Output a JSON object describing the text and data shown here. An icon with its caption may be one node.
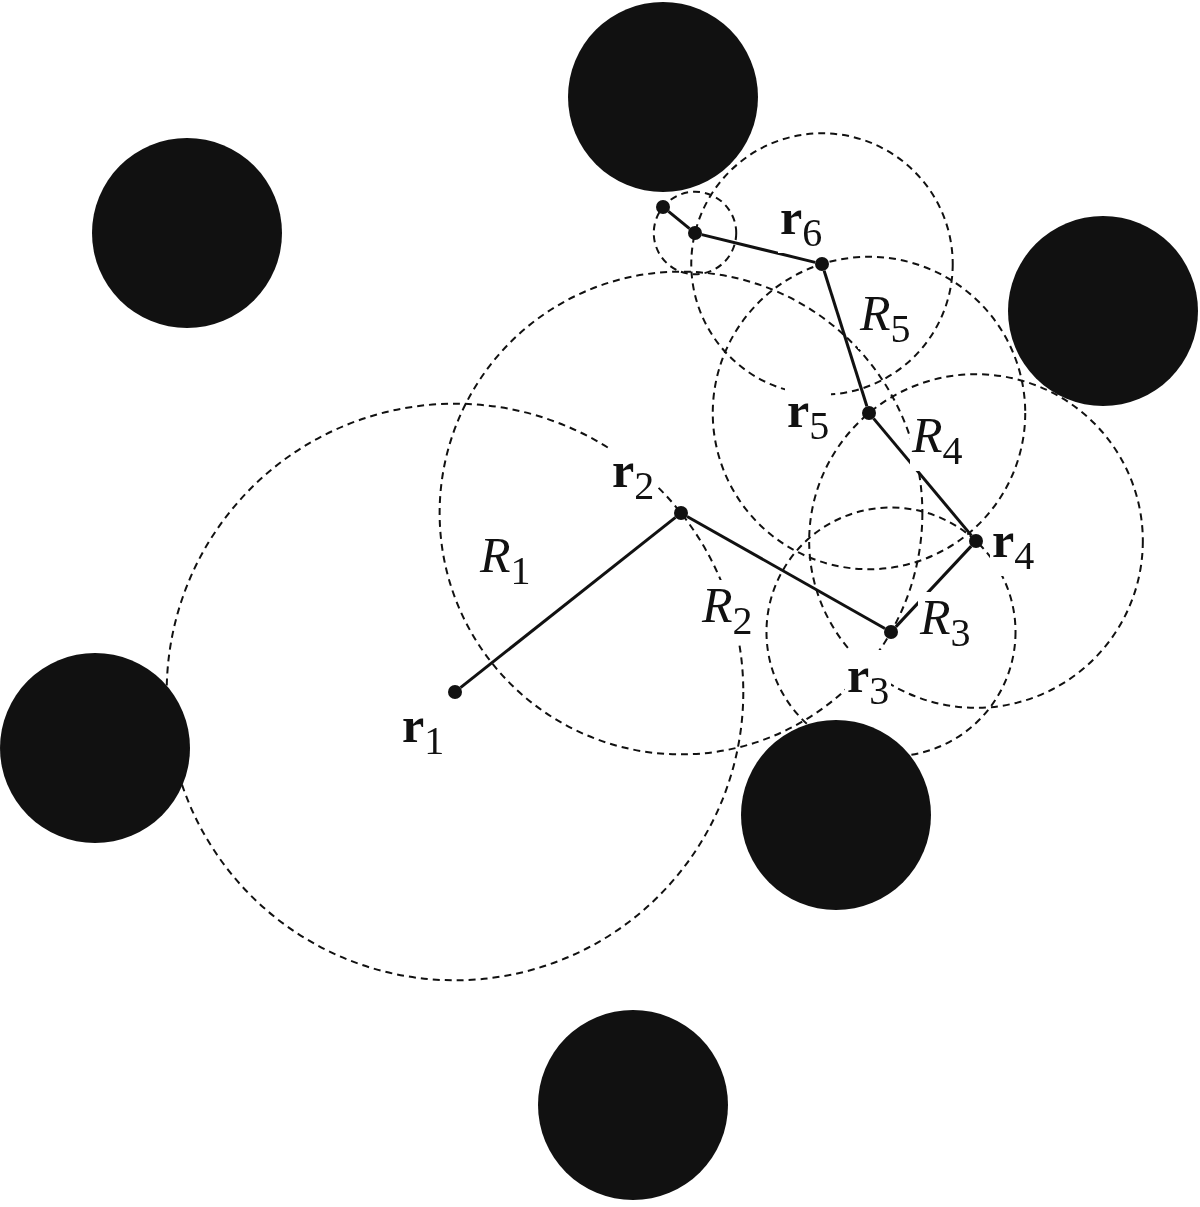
{
  "diagram": {
    "nodes": [
      {
        "text": [
          "**r**$_{1}$"
        ]
      },
      {
        "text": [
          "**r**$_{2}$"
        ]
      },
      {
        "text": [
          "**r**$_{3}$"
        ]
      },
      {
        "text": [
          "**r**$_{4}$"
        ]
      },
      {
        "text": [
          "**r**$_{5}$"
        ]
      },
      {
        "text": [
          "**r**$_{6}$"
        ]
      },
      {
        "text": [],
        "shape": "circle"
      },
      {
        "text": [],
        "shape": "circle"
      },
      {
        "text": [],
        "shape": "circle"
      },
      {
        "text": [],
        "shape": "circle"
      },
      {
        "text": [],
        "shape": "circle"
      },
      {
        "text": [],
        "shape": "circle"
      },
      {
        "text": [],
        "shape": "circle"
      },
      {
        "text": [],
        "shape": "circle"
      }
    ],
    "edges": [
      {
        "from": 0,
        "to": 1,
        "arrow": "none",
        "label": "*R*$_{1}$"
      },
      {
        "from": 1,
        "to": 2,
        "arrow": "none",
        "label": "*R*$_{2}$"
      },
      {
        "from": 2,
        "to": 3,
        "arrow": "none",
        "label": "*R*$_{3}$"
      },
      {
        "from": 3,
        "to": 4,
        "arrow": "none",
        "label": "*R*$_{4}$"
      },
      {
        "from": 4,
        "to": 5,
        "arrow": "none",
        "label": "*R*$_{5}$"
      },
      {
        "from": 5,
        "to": 6,
        "arrow": "none"
      },
      {
        "from": 6,
        "to": 7,
        "arrow": "none"
      }
    ]
  }
}
